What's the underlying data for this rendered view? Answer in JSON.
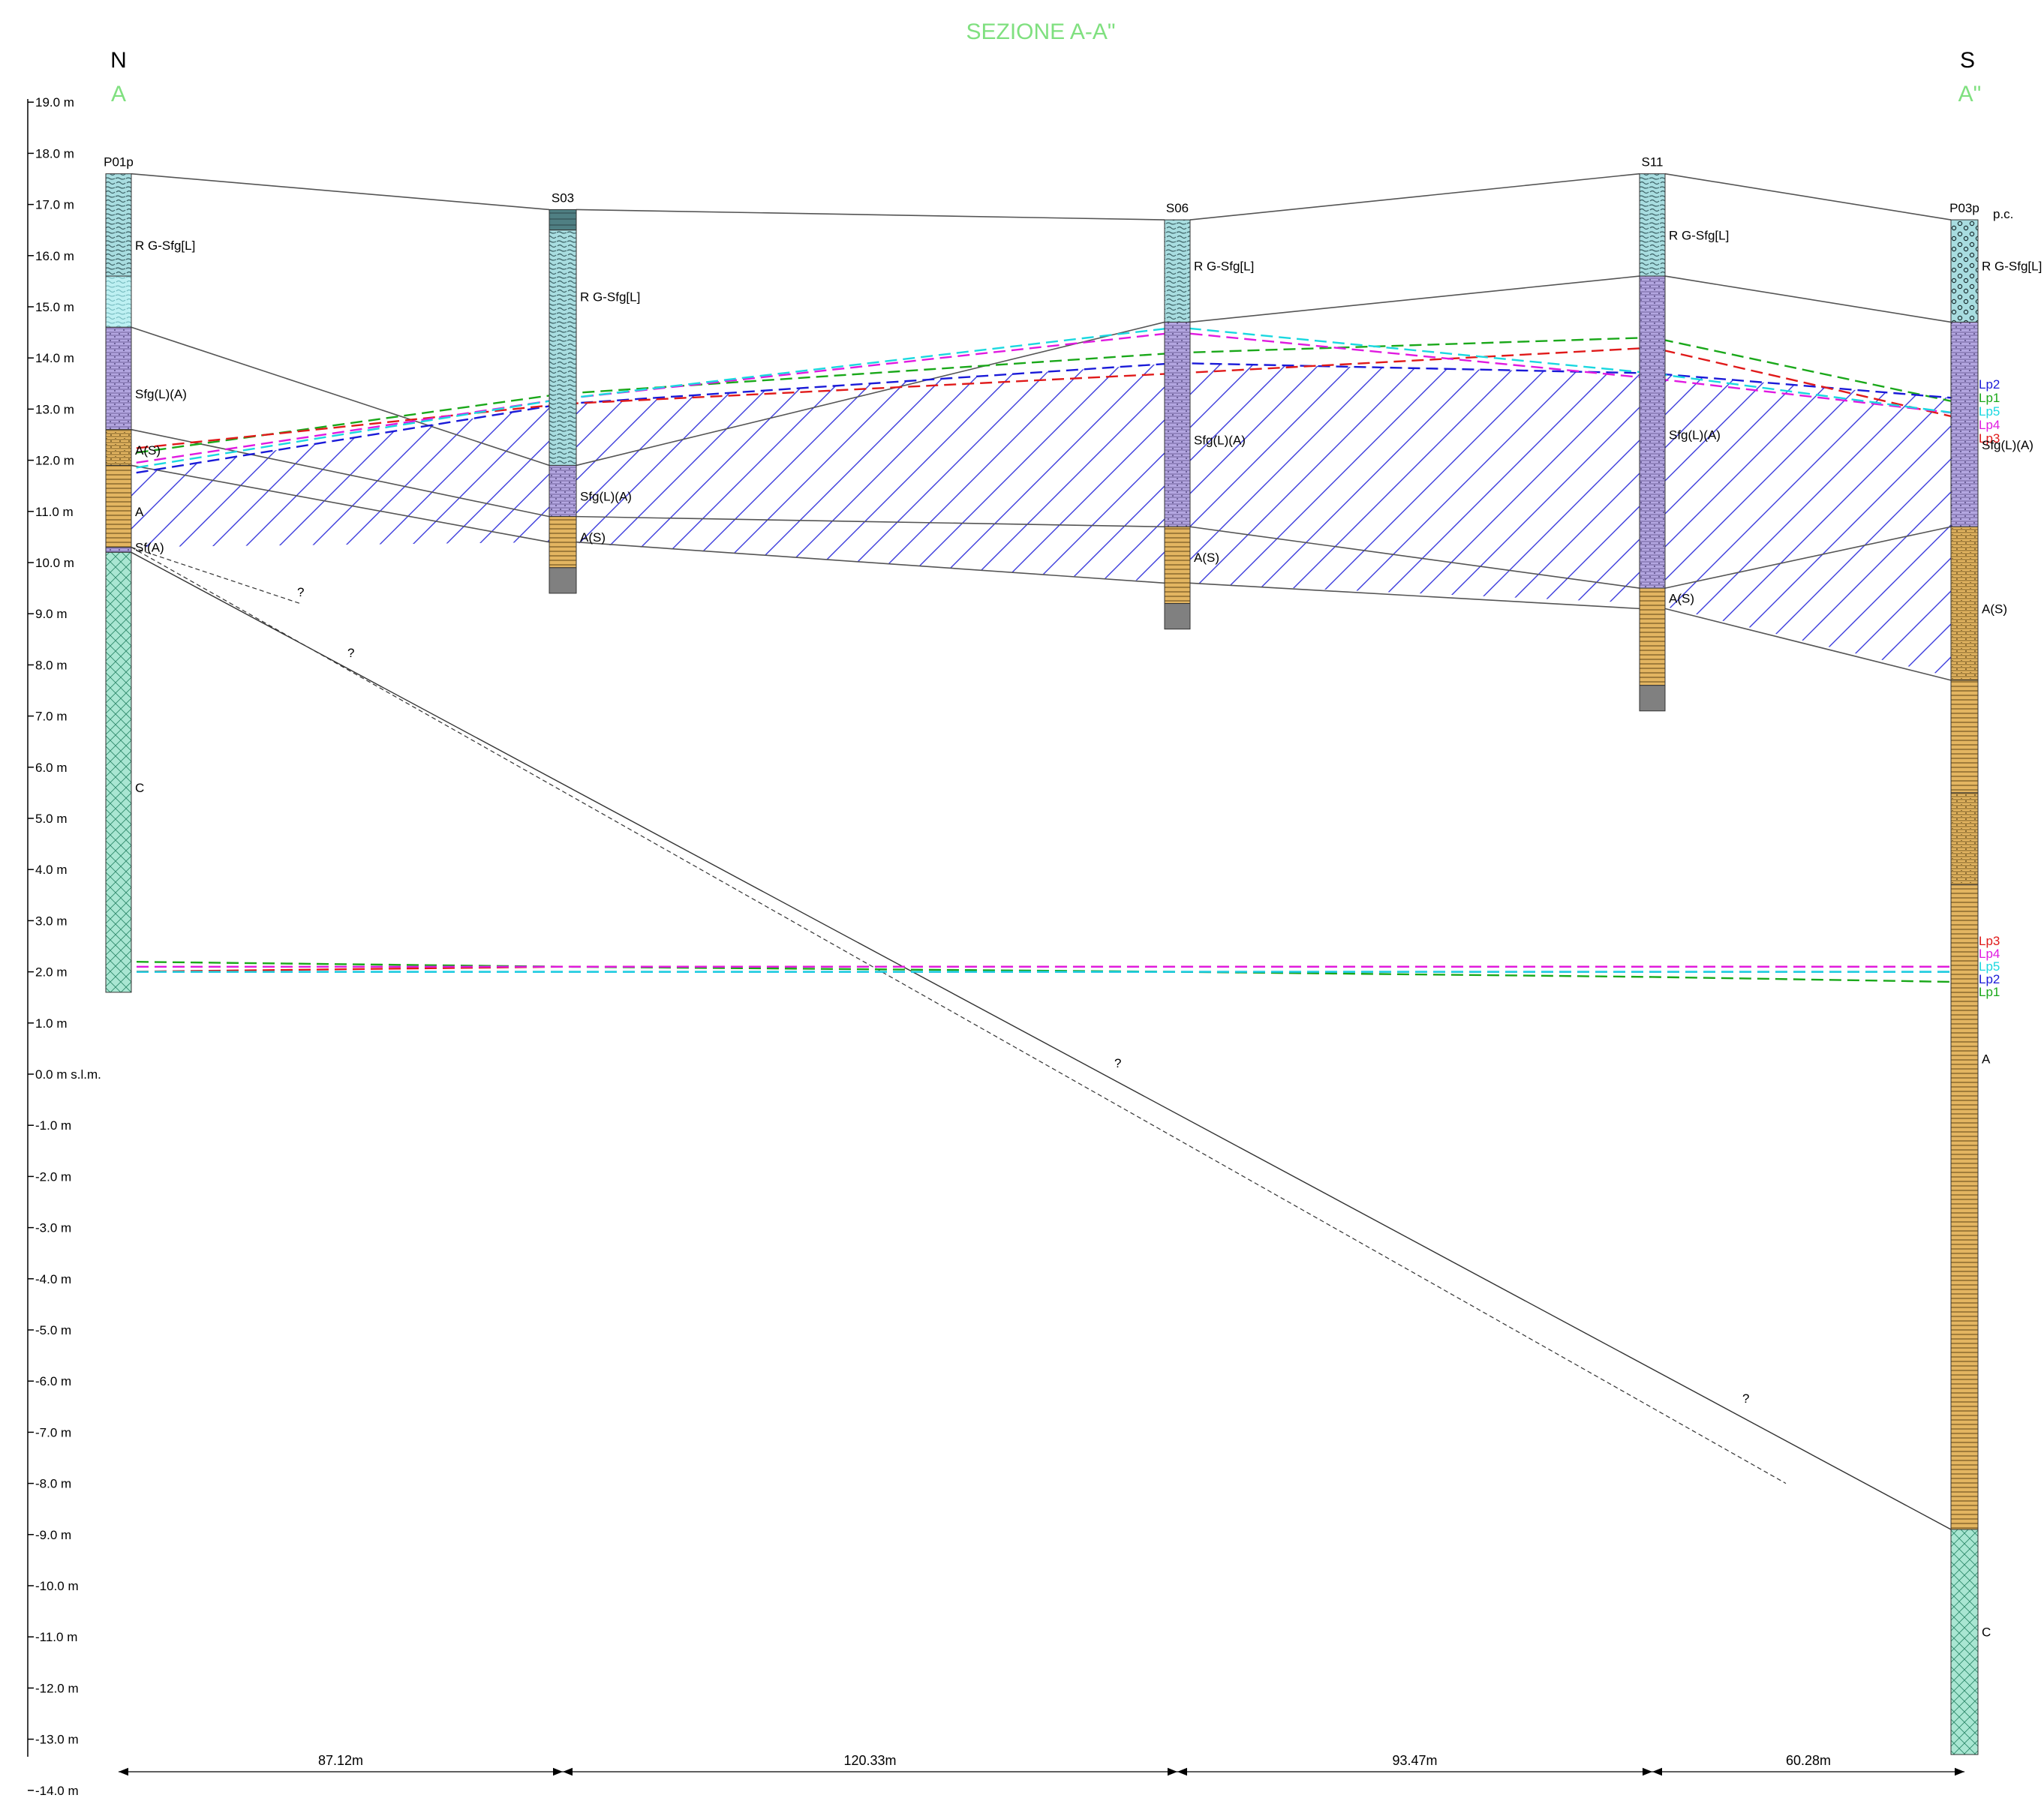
{
  "title": "SEZIONE A-A\"",
  "orientation": {
    "left": "N",
    "right": "S",
    "left_label": "A",
    "right_label": "A\""
  },
  "colors": {
    "title": "#7fe07f",
    "gravel": "#a8dde0",
    "gravel_dark": "#4f7f83",
    "sand": "#b3a6e0",
    "clay": "#e3b561",
    "substrate": "#a9e6d2",
    "bottom_cap": "#808080",
    "hatch": "#3b3bdc",
    "lp1": "#1aa81a",
    "lp2": "#1a1ad8",
    "lp3": "#e01a1a",
    "lp4": "#e01ae0",
    "lp5": "#1ad8e0"
  },
  "axis": {
    "unit": "m",
    "min": -14,
    "max": 19,
    "ticks": [
      "19.0 m",
      "18.0 m",
      "17.0 m",
      "16.0 m",
      "15.0 m",
      "14.0 m",
      "13.0 m",
      "12.0 m",
      "11.0 m",
      "10.0 m",
      "9.0 m",
      "8.0 m",
      "7.0 m",
      "6.0 m",
      "5.0 m",
      "4.0 m",
      "3.0 m",
      "2.0 m",
      "1.0 m",
      "0.0 m s.l.m.",
      "-1.0 m",
      "-2.0 m",
      "-3.0 m",
      "-4.0 m",
      "-5.0 m",
      "-6.0 m",
      "-7.0 m",
      "-8.0 m",
      "-9.0 m",
      "-10.0 m",
      "-11.0 m",
      "-12.0 m",
      "-13.0 m",
      "-14.0 m"
    ]
  },
  "boreholes": [
    {
      "name": "P01p",
      "layers": [
        {
          "top": 17.6,
          "bottom": 15.6,
          "type": "gravel"
        },
        {
          "top": 15.6,
          "bottom": 14.6,
          "type": "gravel_light"
        },
        {
          "top": 14.6,
          "bottom": 12.6,
          "type": "sand"
        },
        {
          "top": 12.6,
          "bottom": 11.9,
          "type": "clay_sand"
        },
        {
          "top": 11.9,
          "bottom": 10.3,
          "type": "clay"
        },
        {
          "top": 10.3,
          "bottom": 10.2,
          "type": "sand"
        },
        {
          "top": 10.2,
          "bottom": 1.6,
          "type": "substrate"
        }
      ],
      "labels": [
        {
          "text": "R G-Sfg[L]",
          "elev": 16.2
        },
        {
          "text": "Sfg(L)(A)",
          "elev": 13.3
        },
        {
          "text": "A(S)",
          "elev": 12.2
        },
        {
          "text": "A",
          "elev": 11.0
        },
        {
          "text": "Sf(A)",
          "elev": 10.3
        },
        {
          "text": "C",
          "elev": 5.6
        }
      ]
    },
    {
      "name": "S03",
      "layers": [
        {
          "top": 16.9,
          "bottom": 16.5,
          "type": "gravel_dark"
        },
        {
          "top": 16.5,
          "bottom": 11.9,
          "type": "gravel"
        },
        {
          "top": 11.9,
          "bottom": 10.9,
          "type": "sand"
        },
        {
          "top": 10.9,
          "bottom": 9.9,
          "type": "clay"
        },
        {
          "top": 9.9,
          "bottom": 9.4,
          "type": "cap"
        }
      ],
      "labels": [
        {
          "text": "R G-Sfg[L]",
          "elev": 15.2
        },
        {
          "text": "Sfg(L)(A)",
          "elev": 11.3
        },
        {
          "text": "A(S)",
          "elev": 10.5
        }
      ]
    },
    {
      "name": "S06",
      "layers": [
        {
          "top": 16.7,
          "bottom": 14.7,
          "type": "gravel"
        },
        {
          "top": 14.7,
          "bottom": 10.7,
          "type": "sand"
        },
        {
          "top": 10.7,
          "bottom": 9.2,
          "type": "clay"
        },
        {
          "top": 9.2,
          "bottom": 8.7,
          "type": "cap"
        }
      ],
      "labels": [
        {
          "text": "R G-Sfg[L]",
          "elev": 15.8
        },
        {
          "text": "Sfg(L)(A)",
          "elev": 12.4
        },
        {
          "text": "A(S)",
          "elev": 10.1
        }
      ]
    },
    {
      "name": "S11",
      "layers": [
        {
          "top": 17.6,
          "bottom": 15.6,
          "type": "gravel"
        },
        {
          "top": 15.6,
          "bottom": 9.5,
          "type": "sand"
        },
        {
          "top": 9.5,
          "bottom": 7.6,
          "type": "clay"
        },
        {
          "top": 7.6,
          "bottom": 7.1,
          "type": "cap"
        }
      ],
      "labels": [
        {
          "text": "R G-Sfg[L]",
          "elev": 16.4
        },
        {
          "text": "Sfg(L)(A)",
          "elev": 12.5
        },
        {
          "text": "A(S)",
          "elev": 9.3
        }
      ]
    },
    {
      "name": "P03p",
      "extra": "p.c.",
      "layers": [
        {
          "top": 16.7,
          "bottom": 14.7,
          "type": "gravel_circles"
        },
        {
          "top": 14.7,
          "bottom": 10.7,
          "type": "sand"
        },
        {
          "top": 10.7,
          "bottom": 7.7,
          "type": "clay_sand"
        },
        {
          "top": 7.7,
          "bottom": 5.5,
          "type": "clay"
        },
        {
          "top": 5.5,
          "bottom": 3.7,
          "type": "clay_sand"
        },
        {
          "top": 3.7,
          "bottom": -8.9,
          "type": "clay"
        },
        {
          "top": -8.9,
          "bottom": -13.3,
          "type": "substrate"
        }
      ],
      "labels": [
        {
          "text": "R G-Sfg[L]",
          "elev": 15.8
        },
        {
          "text": "Sfg(L)(A)",
          "elev": 12.3
        },
        {
          "text": "A(S)",
          "elev": 9.1
        },
        {
          "text": "A",
          "elev": 0.3
        },
        {
          "text": "C",
          "elev": -10.9
        }
      ]
    }
  ],
  "piezometric_lines": [
    {
      "name": "Lp1",
      "color": "lp1",
      "upper": [
        12.1,
        13.3,
        14.1,
        14.4,
        13.1
      ],
      "lower": [
        2.2,
        2.1,
        2.0,
        1.9,
        1.8
      ]
    },
    {
      "name": "Lp2",
      "color": "lp2",
      "upper": [
        11.7,
        13.1,
        13.9,
        13.7,
        13.2
      ],
      "lower": [
        2.0,
        2.0,
        2.0,
        2.0,
        2.0
      ]
    },
    {
      "name": "Lp3",
      "color": "lp3",
      "upper": [
        12.2,
        13.1,
        13.7,
        14.2,
        12.8
      ],
      "lower": [
        2.0,
        2.1,
        2.1,
        2.1,
        2.1
      ]
    },
    {
      "name": "Lp4",
      "color": "lp4",
      "upper": [
        11.9,
        13.2,
        14.5,
        13.6,
        12.9
      ],
      "lower": [
        2.1,
        2.1,
        2.1,
        2.1,
        2.1
      ]
    },
    {
      "name": "Lp5",
      "color": "lp5",
      "upper": [
        11.8,
        13.2,
        14.6,
        13.7,
        12.9
      ],
      "lower": [
        2.0,
        2.0,
        2.0,
        2.0,
        2.0
      ]
    }
  ],
  "lp_labels_upper": [
    "Lp2",
    "Lp1",
    "Lp5",
    "Lp4",
    "Lp3"
  ],
  "lp_labels_lower": [
    "Lp3",
    "Lp4",
    "Lp5",
    "Lp2",
    "Lp1"
  ],
  "question_mark": "?",
  "distances": [
    "87.12m",
    "120.33m",
    "93.47m",
    "60.28m"
  ]
}
